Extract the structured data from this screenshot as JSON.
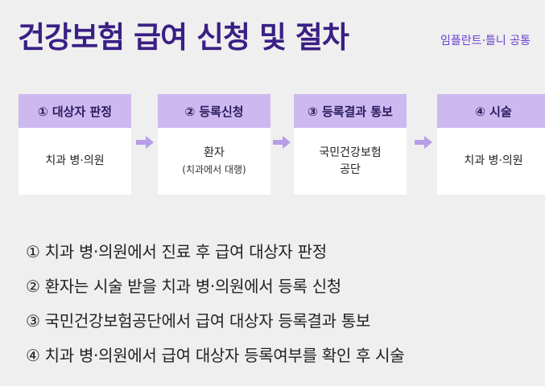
{
  "header": {
    "title": "건강보험 급여 신청 및 절차",
    "subtitle": "임플란트·틀니 공통"
  },
  "steps": [
    {
      "label": "① 대상자 판정",
      "line1": "치과 병·의원",
      "line2": ""
    },
    {
      "label": "② 등록신청",
      "line1": "환자",
      "line2": "(치과에서 대행)"
    },
    {
      "label": "③ 등록결과 통보",
      "line1": "국민건강보험",
      "line2": "공단"
    },
    {
      "label": "④ 시술",
      "line1": "치과 병·의원",
      "line2": ""
    }
  ],
  "list": [
    "① 치과 병·의원에서 진료 후 급여 대상자 판정",
    "② 환자는 시술 받을 치과 병·의원에서 등록 신청",
    "③ 국민건강보험공단에서 급여 대상자 등록결과 통보",
    "④ 치과 병·의원에서 급여 대상자 등록여부를 확인 후 시술"
  ],
  "colors": {
    "title": "#3a1f85",
    "subtitle": "#6a3fd1",
    "step_header_bg": "#cdb9f0",
    "arrow": "#b79de8",
    "background": "#efefef"
  }
}
